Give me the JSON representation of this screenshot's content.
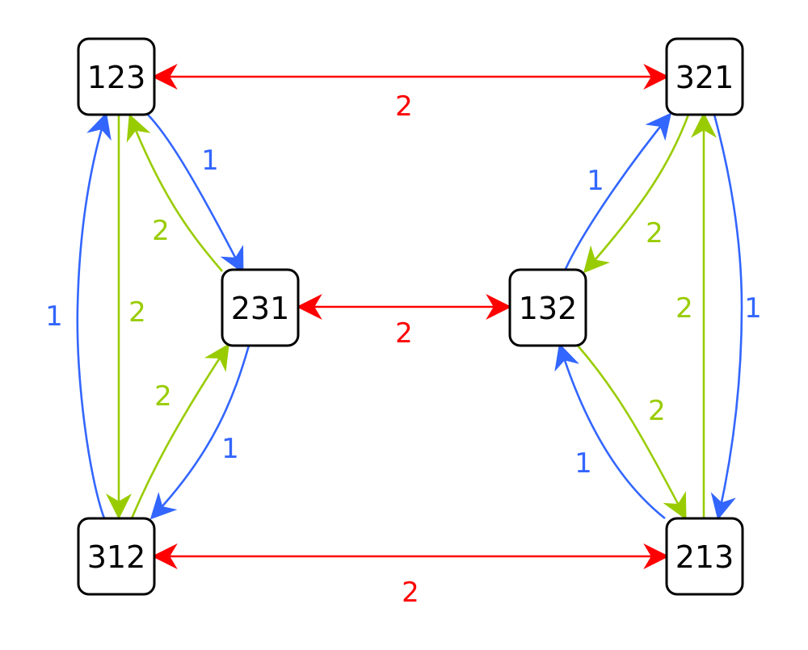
{
  "colors": {
    "red": "#ff0000",
    "blue": "#3366ff",
    "green": "#99cc00",
    "node_border": "#000000"
  },
  "nodes": {
    "n123": "123",
    "n321": "321",
    "n231": "231",
    "n132": "132",
    "n312": "312",
    "n213": "213"
  },
  "edges": {
    "e123_321": "2",
    "e231_132": "2",
    "e312_213": "2",
    "e312_123": "1",
    "e123_312": "2",
    "e123_231": "1",
    "e231_123": "2",
    "e312_231": "2",
    "e231_312": "1",
    "e132_321": "1",
    "e321_132": "2",
    "e213_321": "2",
    "e321_213": "1",
    "e132_213": "2",
    "e213_132": "1"
  }
}
